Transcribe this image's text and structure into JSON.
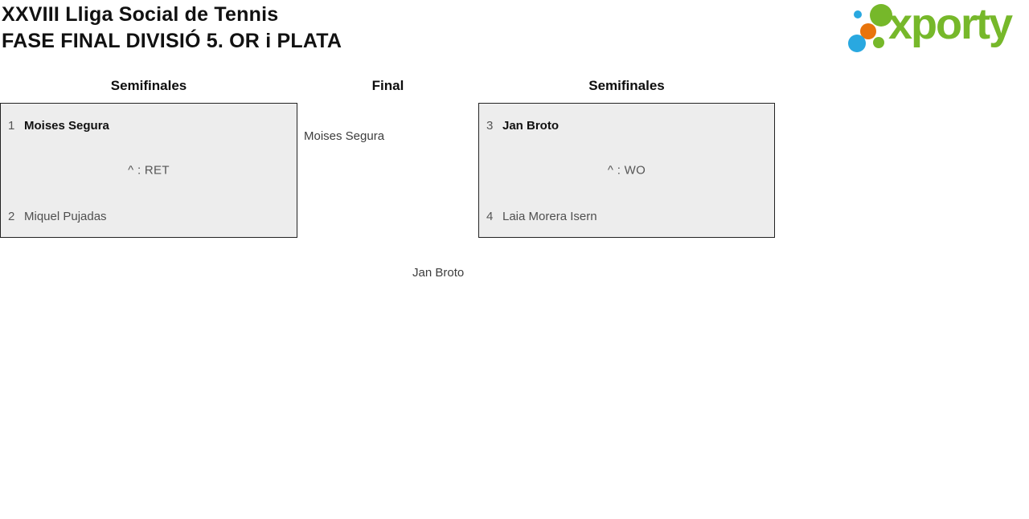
{
  "page": {
    "title_line1": "XXVIII Lliga Social de Tennis",
    "title_line2": "FASE FINAL DIVISIÓ 5. OR i PLATA"
  },
  "logo": {
    "wordmark": "xporty",
    "colors": {
      "green": "#76b82a",
      "blue": "#29a8e0",
      "orange": "#e8740c"
    }
  },
  "bracket": {
    "round_headers": [
      {
        "label": "Semifinales"
      },
      {
        "label": "Final"
      },
      {
        "label": "Semifinales"
      }
    ],
    "matches": [
      {
        "round": "Semifinales",
        "players": [
          {
            "seed": "1",
            "name": "Moises Segura",
            "winner": true
          },
          {
            "seed": "2",
            "name": "Miquel Pujadas",
            "winner": false
          }
        ],
        "score": "^ : RET"
      },
      {
        "round": "Semifinales",
        "players": [
          {
            "seed": "3",
            "name": "Jan Broto",
            "winner": true
          },
          {
            "seed": "4",
            "name": "Laia Morera Isern",
            "winner": false
          }
        ],
        "score": "^ : WO"
      }
    ],
    "final": {
      "slot1": "Moises Segura",
      "slot2": "Jan Broto"
    },
    "styles": {
      "match_bg": "#ededed",
      "match_border": "#222222"
    }
  }
}
